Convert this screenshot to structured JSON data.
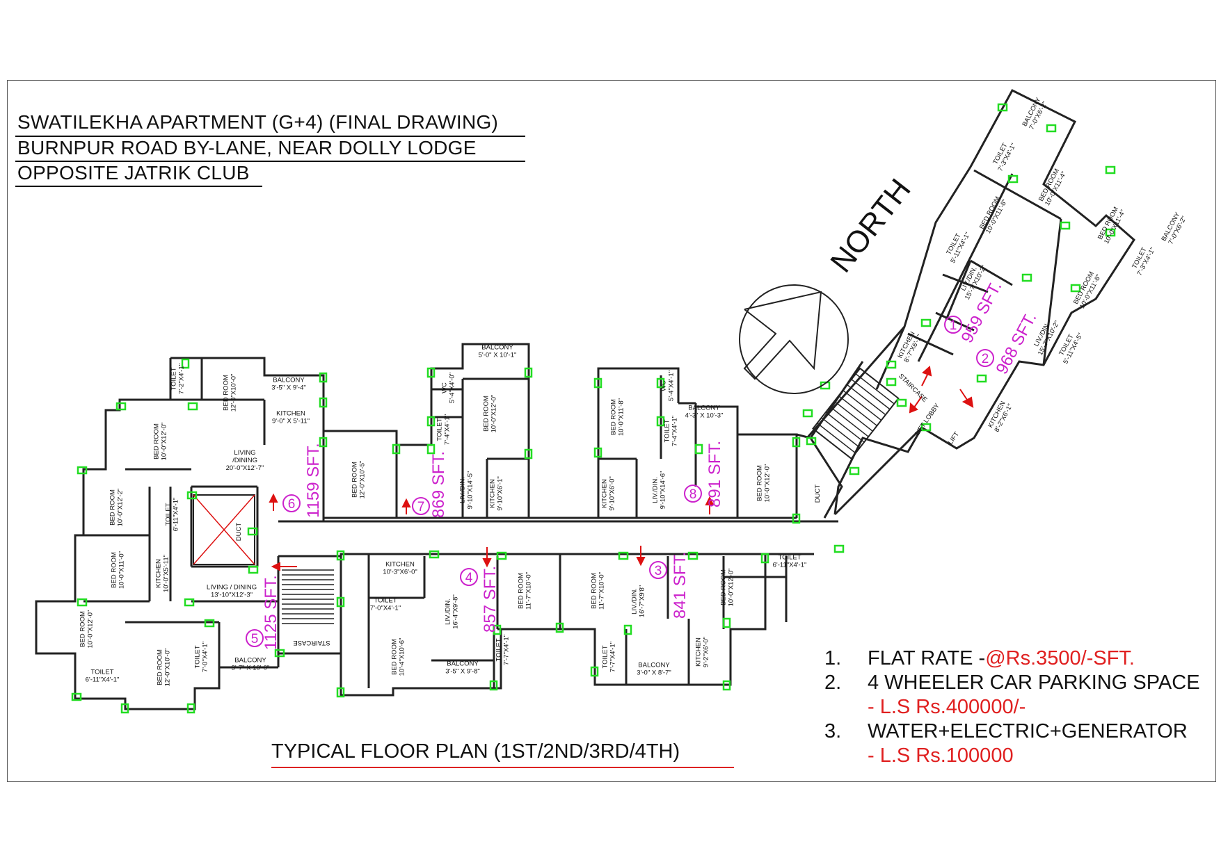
{
  "header": {
    "line1": "SWATILEKHA  APARTMENT (G+4) (FINAL DRAWING)",
    "line2": "BURNPUR ROAD BY-LANE, NEAR DOLLY LODGE",
    "line3": "OPPOSITE JATRIK CLUB"
  },
  "north_label": "NORTH",
  "plan_title": "TYPICAL FLOOR PLAN (1ST/2ND/3RD/4TH)",
  "notes": [
    {
      "num": "1.",
      "text": "FLAT RATE - ",
      "value": "@Rs.3500/-SFT."
    },
    {
      "num": "2.",
      "text": "4 WHEELER CAR PARKING SPACE",
      "value": "- L.S Rs.400000/-"
    },
    {
      "num": "3.",
      "text": "WATER+ELECTRIC+GENERATOR",
      "value": "- L.S Rs.100000"
    }
  ],
  "flats": [
    {
      "no": "1",
      "area": "959 SFT."
    },
    {
      "no": "2",
      "area": "968 SFT."
    },
    {
      "no": "3",
      "area": "841 SFT."
    },
    {
      "no": "4",
      "area": "857 SFT."
    },
    {
      "no": "5",
      "area": "1125 SFT."
    },
    {
      "no": "6",
      "area": "1159 SFT."
    },
    {
      "no": "7",
      "area": "869 SFT."
    },
    {
      "no": "8",
      "area": "891 SFT."
    }
  ],
  "rooms": {
    "r6_balcony": [
      "BALCONY",
      "3'-5\" X 9'-4\""
    ],
    "r6_kitchen": [
      "KITCHEN",
      "9'-0\" X 5'-11\""
    ],
    "r6_living": [
      "LIVING",
      "/DINING",
      "20'-0\"X12'-7\""
    ],
    "r6_toilet": [
      "TOILET",
      "7'-2\"X4'-1\""
    ],
    "r6_bed1": [
      "BED ROOM",
      "12'-0\"X10'-0\""
    ],
    "r6_bed2": [
      "BED ROOM",
      "10'-0\"X12'-0\""
    ],
    "r6_bed3": [
      "BED ROOM",
      "10'-0\"X12'-2\""
    ],
    "toilet_c": [
      "TOILET",
      "6'-11\"X4'-1\""
    ],
    "duct_c": [
      "DUCT"
    ],
    "r5_bed1": [
      "BED ROOM",
      "10'-0\"X11'-0\""
    ],
    "r5_kitchen": [
      "KITCHEN",
      "10'-0\"X5'-11\""
    ],
    "r5_living": [
      "LIVING / DINING",
      "13'-10\"X12'-3\""
    ],
    "r5_bed2": [
      "BED ROOM",
      "10'-0\"X12'-0\""
    ],
    "r5_bed3": [
      "BED ROOM",
      "12'-0\"X10'-0\""
    ],
    "r5_toilet1": [
      "TOILET",
      "7'-0\"X4'-1\""
    ],
    "r5_toilet2": [
      "TOILET",
      "6'-11\"X4'-1\""
    ],
    "r5_balcony": [
      "BALCONY",
      "3'-7\" X 10'-0\""
    ],
    "staircase_w": [
      "STAIRCASE"
    ],
    "r7_balcony": [
      "BALCONY",
      "5'-0\" X 10'-1\""
    ],
    "r7_wc": [
      "WC",
      "5'-4\"X4'-0\""
    ],
    "r7_toilet": [
      "TOILET",
      "7'-4\"X4'-1\""
    ],
    "r7_bed1": [
      "BED ROOM",
      "10'-0\"X12'-0\""
    ],
    "r7_bed2": [
      "BED ROOM",
      "12'-0\"X10'-5\""
    ],
    "r7_living": [
      "LIV./DIN.",
      "9'-10\"X14'-5\""
    ],
    "r7_kitchen": [
      "KITCHEN",
      "9'-10\"X6'-1\""
    ],
    "r8_bed1": [
      "BED ROOM",
      "10'-0\"X11'-8\""
    ],
    "r8_wc": [
      "WC",
      "5'-4\"X4'-1\""
    ],
    "r8_toilet": [
      "TOILET",
      "7'-4\"X4'-1\""
    ],
    "r8_balcony": [
      "BALCONY",
      "4'-3\" X 10'-3\""
    ],
    "r8_kitchen": [
      "KITCHEN",
      "9'-10\"X6'-0\""
    ],
    "r8_living": [
      "LIV./DIN.",
      "9'-10\"X14'-6\""
    ],
    "r8_bed2": [
      "BED ROOM",
      "10'-0\"X12'-0\""
    ],
    "duct_e": [
      "DUCT"
    ],
    "r4_kitchen": [
      "KITCHEN",
      "10'-3\"X6'-0\""
    ],
    "r4_toilet1": [
      "TOILET",
      "7'-0\"X4'-1\""
    ],
    "r4_bed1": [
      "BED ROOM",
      "10'-4\"X10'-6\""
    ],
    "r4_living": [
      "LIV./DIN.",
      "16'-4\"X9'-8\""
    ],
    "r4_bed2": [
      "BED ROOM",
      "11'-7\"X10'-0\""
    ],
    "r4_toilet2": [
      "TOILET",
      "7'-7\"X4'-1\""
    ],
    "r4_balcony": [
      "BALCONY",
      "3'-5\" X 9'-8\""
    ],
    "r3_bed1": [
      "BED ROOM",
      "11'-7\"X10'-0\""
    ],
    "r3_living": [
      "LIV./DIN.",
      "16'-7\"X9'8\""
    ],
    "r3_bed2": [
      "BED ROOM",
      "10'-0\"X12'-0\""
    ],
    "r3_toilet1": [
      "TOILET",
      "6'-11\"X4'-1\""
    ],
    "r3_toilet2": [
      "TOILET",
      "7'-7\"X4'-1\""
    ],
    "r3_balcony": [
      "BALCONY",
      "3'-0\" X 8'-7\""
    ],
    "r3_kitchen": [
      "KITCHEN",
      "9'-2\"X6'-0\""
    ],
    "r1_balcony": [
      "BALCONY",
      "7'-0\"X6'-2\""
    ],
    "r1_toilet1": [
      "TOILET",
      "7'-3\"X4'-1\""
    ],
    "r1_bed1": [
      "BED ROOM",
      "10'-0\"X11'-8\""
    ],
    "r1_bed2": [
      "BED ROOM",
      "10'-0\"X11'-4\""
    ],
    "r1_toilet2": [
      "TOILET",
      "5'-11\"X4'-1\""
    ],
    "r1_living": [
      "LIV./DIN.",
      "15'-7\"X10'-2\""
    ],
    "r1_kitchen": [
      "KITCHEN",
      "8'-7\"X6'-1\""
    ],
    "r2_balcony": [
      "BALCONY",
      "7'-0\"X6'-2\""
    ],
    "r2_bed1": [
      "BED ROOM",
      "10'-0\"X11'-4\""
    ],
    "r2_toilet1": [
      "TOILET",
      "7'-3\"X4'-1\""
    ],
    "r2_bed2": [
      "BED ROOM",
      "10'-0\"X11'-8\""
    ],
    "r2_living": [
      "LIV./DIN.",
      "15'-7\"X10'-2\""
    ],
    "r2_toilet2": [
      "TOILET",
      "5'-11\"X4'-5\""
    ],
    "r2_kitchen": [
      "KITCHEN",
      "8'-2\"X6'-1\""
    ],
    "staircase_e": [
      "STAIRCASE"
    ],
    "lift_lobby": [
      "LIFT LOBBY"
    ],
    "lift": [
      "LIFT"
    ]
  },
  "colors": {
    "wall": "#222222",
    "window": "#22dd22",
    "flat_label": "#cc22cc",
    "arrow": "#dd1111",
    "price": "#e02020"
  }
}
